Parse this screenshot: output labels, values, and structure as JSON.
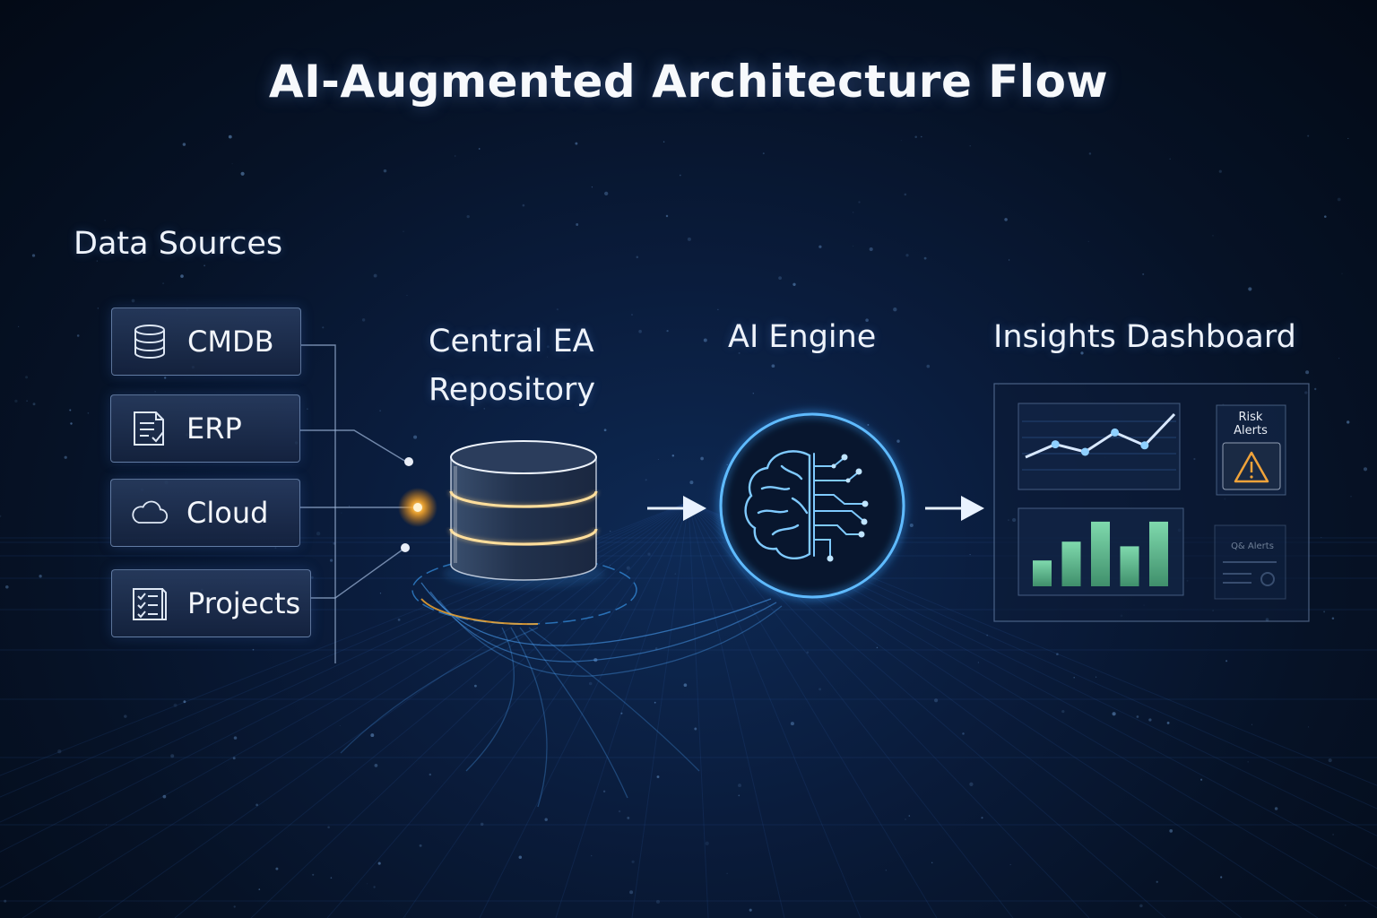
{
  "title": "AI-Augmented Architecture Flow",
  "sections": {
    "data_sources": "Data Sources",
    "repository_line1": "Central EA",
    "repository_line2": "Repository",
    "ai_engine": "AI Engine",
    "insights_dashboard": "Insights Dashboard"
  },
  "sources": [
    {
      "label": "CMDB",
      "icon": "database-icon"
    },
    {
      "label": "ERP",
      "icon": "document-icon"
    },
    {
      "label": "Cloud",
      "icon": "cloud-icon"
    },
    {
      "label": "Projects",
      "icon": "checklist-icon"
    }
  ],
  "dashboard": {
    "risk_alerts": "Risk Alerts",
    "faded_panel": "Q& Alerts",
    "line_chart_values": [
      2,
      3.2,
      2.5,
      4.3,
      3.1,
      6
    ],
    "bar_chart_values": [
      2.2,
      3.8,
      5.5,
      3.4,
      5.5
    ]
  },
  "colors": {
    "accent_blue": "#3da5ff",
    "accent_orange": "#ffae2e",
    "bar_green": "#5fbf92",
    "warning_orange": "#f0a33a"
  }
}
